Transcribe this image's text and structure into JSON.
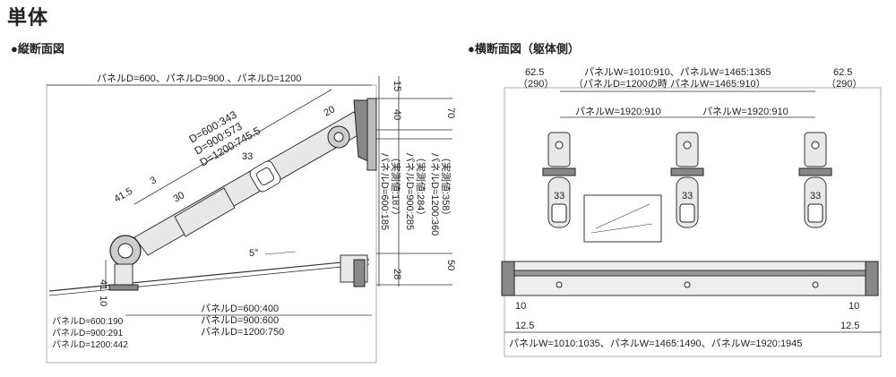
{
  "title": "単体",
  "sections": {
    "vertical": "●縦断面図",
    "horizontal": "●横断面図（躯体側）"
  },
  "vertical": {
    "top_dim": "パネルD=600、パネルD=900 、パネルD=1200",
    "d_upper": [
      "D=600:343",
      "D=900:573",
      "D=1200:745.5"
    ],
    "d_bottom": [
      "パネルD=600:400",
      "パネルD=900:600",
      "パネルD=1200:750"
    ],
    "d_left": [
      "パネルD=600:190",
      "パネルD=900:291",
      "パネルD=1200:442"
    ],
    "d_right": [
      "パネルD=600:185",
      "（実測値:187）",
      "パネルD=900:285",
      "（実測値:284）",
      "パネルD=1200:360",
      "（実測値:358）"
    ],
    "v15": "15",
    "v40": "40",
    "v70": "70",
    "v50": "50",
    "v28": "28",
    "d20": "20",
    "d33": "33",
    "d30": "30",
    "d415": "41.5",
    "d3": "3",
    "d41": "41",
    "d10": "10",
    "angle": "5°"
  },
  "horizontal": {
    "left_top": "62.5",
    "left_paren": "（290）",
    "right_top": "62.5",
    "right_paren": "（290）",
    "top_line1": "パネルW=1010:910、パネルW=1465:1365",
    "top_line2": "（パネルD=1200の時 パネルW=1465:910）",
    "mid_left": "パネルW=1920:910",
    "mid_right": "パネルW=1920:910",
    "bracket_dim": "33",
    "l10": "10",
    "l125": "12.5",
    "r10": "10",
    "r125": "12.5",
    "bottom_dim": "パネルW=1010:1035、パネルW=1465:1490、パネルW=1920:1945"
  }
}
